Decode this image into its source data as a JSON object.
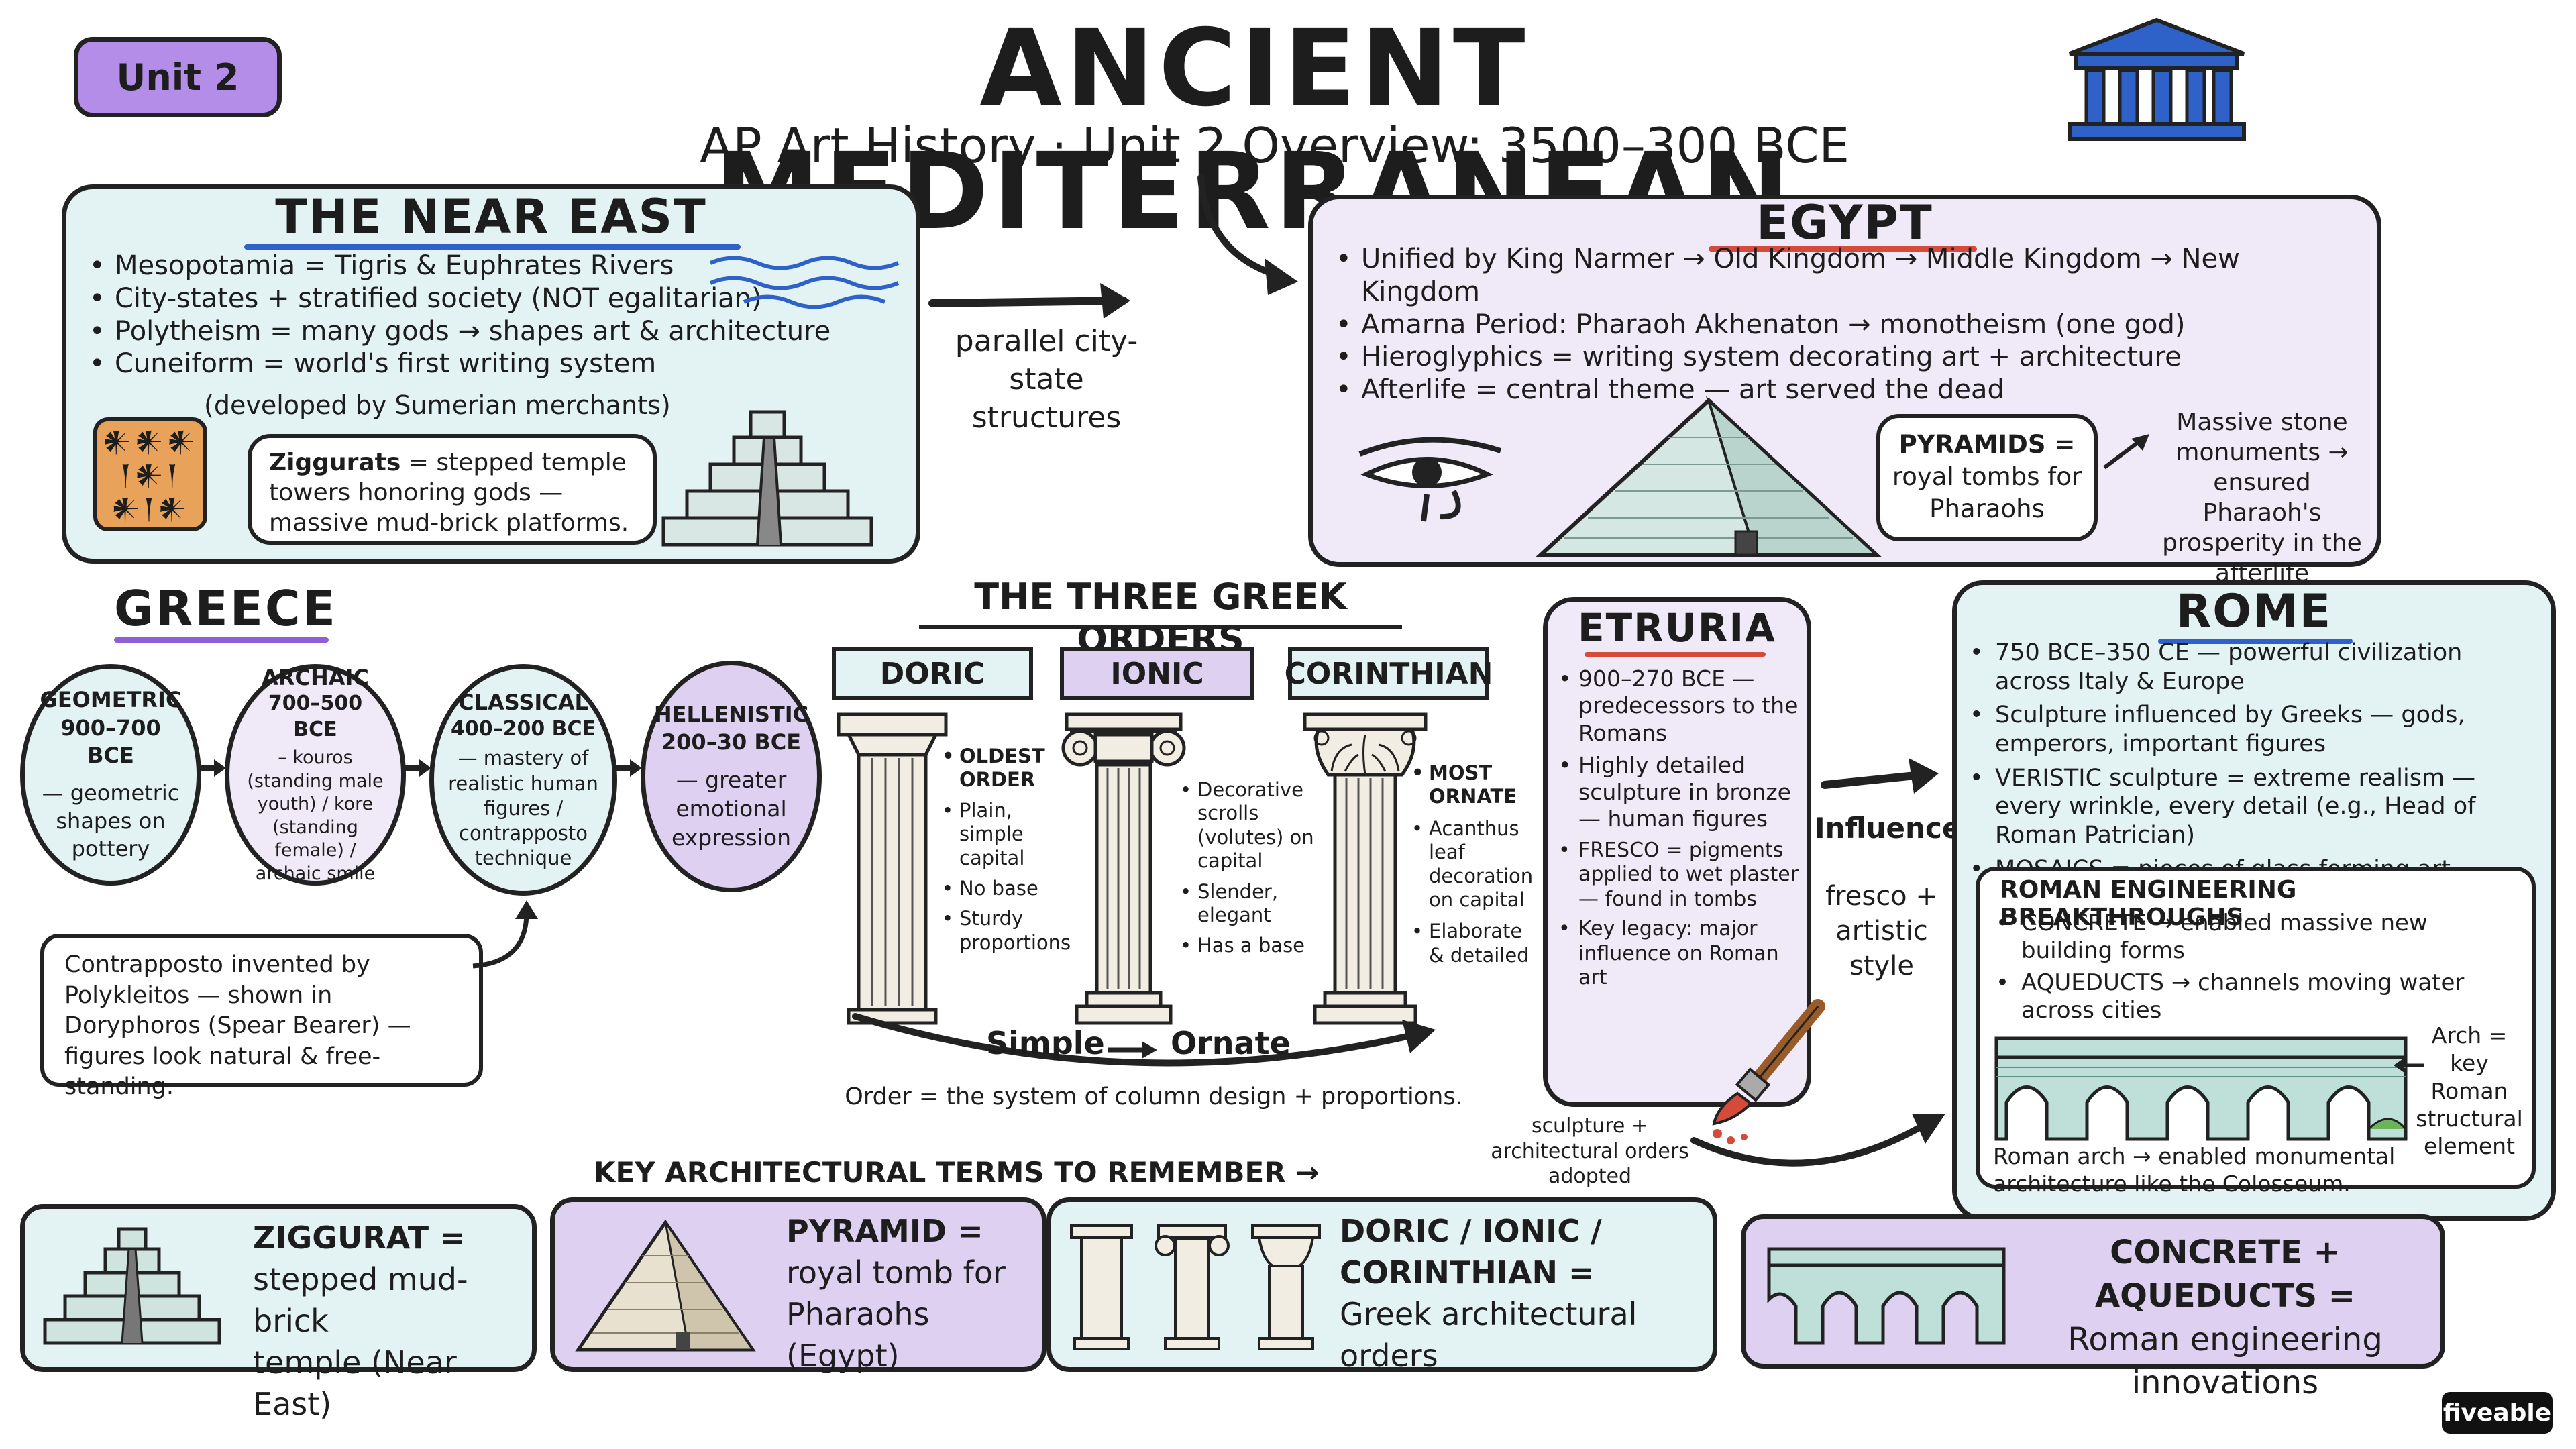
{
  "header": {
    "unit_badge": "Unit 2",
    "title": "ANCIENT MEDITERRANEAN",
    "subtitle": "AP Art History · Unit 2 Overview: 3500–300 BCE"
  },
  "near_east": {
    "title": "THE NEAR EAST",
    "bullets": [
      "Mesopotamia = Tigris & Euphrates Rivers",
      "City-states + stratified society (NOT egalitarian)",
      "Polytheism = many gods → shapes art & architecture",
      "Cuneiform = world's first writing system"
    ],
    "cuneiform_note": "(developed by Sumerian merchants)",
    "ziggurat_bold": "Ziggurats",
    "ziggurat_text": " = stepped temple towers honoring gods — massive mud-brick platforms."
  },
  "connector": {
    "parallel": "parallel city-state structures"
  },
  "egypt": {
    "title": "EGYPT",
    "bullets": [
      "Unified by King Narmer → Old Kingdom → Middle Kingdom → New Kingdom",
      "Amarna Period: Pharaoh Akhenaton → monotheism (one god)",
      "Hieroglyphics = writing system decorating art + architecture",
      "Afterlife = central theme — art served the dead"
    ],
    "pyramids_bold": "PYRAMIDS =",
    "pyramids_text": "royal tombs for Pharaohs",
    "massive_stone": "Massive stone monuments → ensured Pharaoh's prosperity in the afterlife"
  },
  "greece": {
    "title": "GREECE",
    "periods": [
      {
        "name": "GEOMETRIC",
        "dates": "900–700 BCE",
        "desc": "— geometric shapes on pottery"
      },
      {
        "name": "ARCHAIC",
        "dates": "700–500 BCE",
        "desc": "– kouros (standing male youth) / kore (standing female) / archaic smile"
      },
      {
        "name": "CLASSICAL",
        "dates": "400–200 BCE",
        "desc": "— mastery of realistic human figures / contrapposto technique"
      },
      {
        "name": "HELLENISTIC",
        "dates": "200–30 BCE",
        "desc": "— greater emotional expression"
      }
    ],
    "contrapposto_note": "Contrapposto invented by Polykleitos — shown in Doryphoros (Spear Bearer) — figures look natural & free-standing."
  },
  "orders": {
    "title": "THE THREE GREEK ORDERS",
    "doric": {
      "label": "DORIC",
      "notes": [
        "OLDEST ORDER",
        "Plain, simple capital",
        "No base",
        "Sturdy proportions"
      ]
    },
    "ionic": {
      "label": "IONIC",
      "notes": [
        "Decorative scrolls (volutes) on capital",
        "Slender, elegant",
        "Has a base"
      ]
    },
    "corinthian": {
      "label": "CORINTHIAN",
      "notes": [
        "MOST ORNATE",
        "Acanthus leaf decoration on capital",
        "Elaborate & detailed"
      ]
    },
    "simple": "Simple",
    "ornate": "Ornate",
    "definition": "Order = the system of column design + proportions."
  },
  "etruria": {
    "title": "ETRURIA",
    "bullets": [
      "900–270 BCE — predecessors to the Romans",
      "Highly detailed sculpture in bronze — human figures",
      "FRESCO = pigments applied to wet plaster — found in tombs",
      "Key legacy: major influence on Roman art"
    ],
    "influenced": "Influenced",
    "fresco_style": "fresco + artistic style",
    "adopted": "sculpture + architectural orders adopted"
  },
  "rome": {
    "title": "ROME",
    "bullets": [
      "750 BCE–350 CE — powerful civilization across Italy & Europe",
      "Sculpture influenced by Greeks — gods, emperors, important figures",
      "VERISTIC sculpture = extreme realism — every wrinkle, every detail (e.g., Head of Roman Patrician)",
      "MOSAICS = pieces of glass forming art"
    ],
    "engineering_title": "ROMAN ENGINEERING BREAKTHROUGHS",
    "engineering_bullets": [
      "CONCRETE → enabled massive new building forms",
      "AQUEDUCTS → channels moving water across cities"
    ],
    "arch_note": "Arch = key Roman structural element",
    "arch_caption": "Roman arch → enabled monumental architecture like the Colosseum."
  },
  "key_terms": {
    "heading": "KEY ARCHITECTURAL TERMS TO REMEMBER →",
    "cards": [
      {
        "line1": "ZIGGURAT =",
        "line2": "stepped mud-brick",
        "line3": "temple (Near East)"
      },
      {
        "line1": "PYRAMID =",
        "line2": "royal tomb for",
        "line3": "Pharaohs (Egypt)"
      },
      {
        "line1": "DORIC / IONIC /",
        "line2": "CORINTHIAN =",
        "line3": "Greek architectural orders"
      },
      {
        "line1": "CONCRETE + AQUEDUCTS =",
        "line2": "Roman engineering",
        "line3": "innovations"
      }
    ]
  },
  "brand": "fiveable",
  "colors": {
    "blue_panel": "#e3f3f4",
    "lavender_panel": "#efe9f8",
    "purple": "#ddd0f1",
    "badge": "#b48de8",
    "red_underline": "#d64a3a",
    "blue_underline": "#2f62c9"
  }
}
